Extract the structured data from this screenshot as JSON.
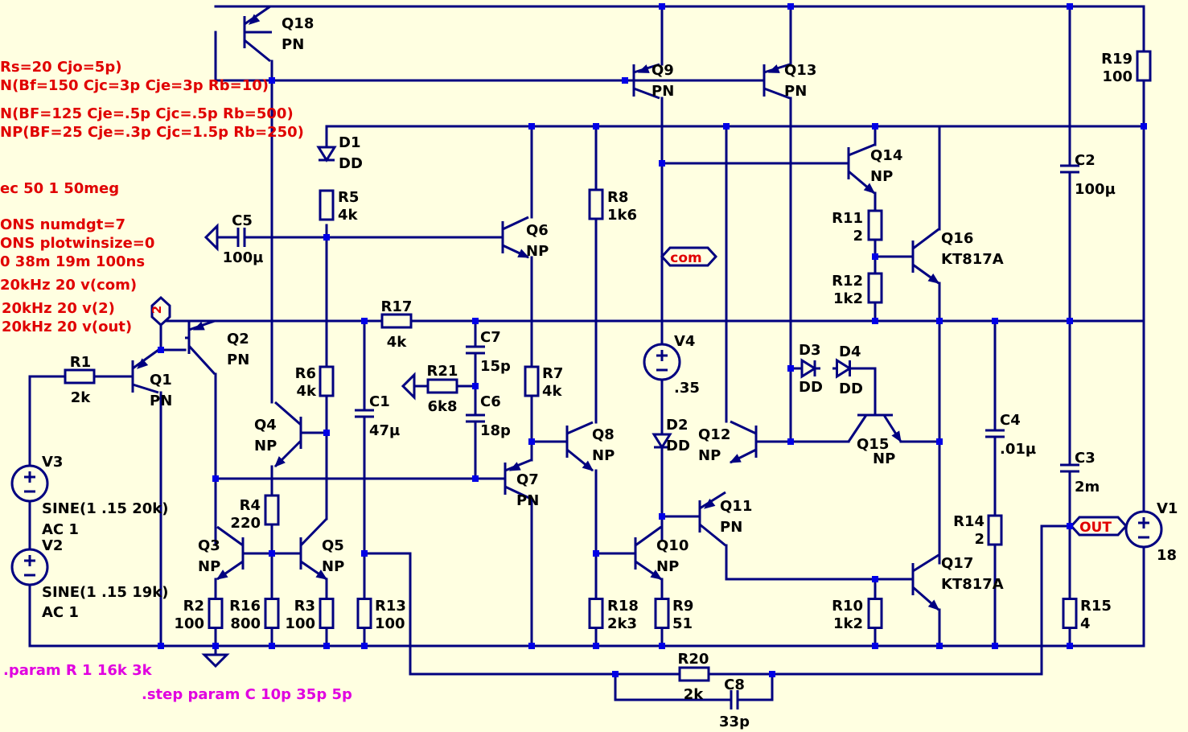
{
  "colors": {
    "background": "#FFFFE1",
    "wire": "#000080",
    "junction": "#0000E6",
    "directive": "#E00000",
    "step": "#E000E0"
  },
  "directives": [
    "Rs=20 Cjo=5p)",
    "N(Bf=150 Cjc=3p Cje=3p Rb=10)",
    "N(BF=125 Cje=.5p Cjc=.5p Rb=500)",
    "NP(BF=25 Cje=.3p Cjc=1.5p Rb=250)",
    "ec 50 1 50meg",
    "ONS numdgt=7",
    "ONS plotwinsize=0",
    "0 38m 19m 100ns",
    "20kHz 20 v(com)",
    "20kHz 20 v(2)",
    "20kHz 20 v(out)"
  ],
  "step_params": [
    ".param R 1 16k 3k",
    ".step param C 10p 35p 5p"
  ],
  "nets": {
    "com": "com",
    "out": "OUT",
    "n2": "2"
  },
  "components": {
    "Q18": {
      "name": "Q18",
      "model": "PN"
    },
    "Q9": {
      "name": "Q9",
      "model": "PN"
    },
    "Q13": {
      "name": "Q13",
      "model": "PN"
    },
    "Q14": {
      "name": "Q14",
      "model": "NP"
    },
    "Q16": {
      "name": "Q16",
      "model": "KT817A"
    },
    "Q6": {
      "name": "Q6",
      "model": "NP"
    },
    "Q2": {
      "name": "Q2",
      "model": "PN"
    },
    "Q1": {
      "name": "Q1",
      "model": "PN"
    },
    "Q4": {
      "name": "Q4",
      "model": "NP"
    },
    "Q8": {
      "name": "Q8",
      "model": "NP"
    },
    "Q7": {
      "name": "Q7",
      "model": "PN"
    },
    "Q12": {
      "name": "Q12",
      "model": "NP"
    },
    "Q15": {
      "name": "Q15",
      "model": "NP"
    },
    "Q11": {
      "name": "Q11",
      "model": "PN"
    },
    "Q10": {
      "name": "Q10",
      "model": "NP"
    },
    "Q3": {
      "name": "Q3",
      "model": "NP"
    },
    "Q5": {
      "name": "Q5",
      "model": "NP"
    },
    "Q17": {
      "name": "Q17",
      "model": "KT817A"
    },
    "D1": {
      "name": "D1",
      "model": "DD"
    },
    "D2": {
      "name": "D2",
      "model": "DD"
    },
    "D3": {
      "name": "D3",
      "model": "DD"
    },
    "D4": {
      "name": "D4",
      "model": "DD"
    },
    "R1": {
      "name": "R1",
      "value": "2k"
    },
    "R2": {
      "name": "R2",
      "value": "100"
    },
    "R3": {
      "name": "R3",
      "value": "100"
    },
    "R4": {
      "name": "R4",
      "value": "220"
    },
    "R5": {
      "name": "R5",
      "value": "4k"
    },
    "R6": {
      "name": "R6",
      "value": "4k"
    },
    "R7": {
      "name": "R7",
      "value": "4k"
    },
    "R8": {
      "name": "R8",
      "value": "1k6"
    },
    "R9": {
      "name": "R9",
      "value": "51"
    },
    "R10": {
      "name": "R10",
      "value": "1k2"
    },
    "R11": {
      "name": "R11",
      "value": "2"
    },
    "R12": {
      "name": "R12",
      "value": "1k2"
    },
    "R13": {
      "name": "R13",
      "value": "100"
    },
    "R14": {
      "name": "R14",
      "value": "2"
    },
    "R15": {
      "name": "R15",
      "value": "4"
    },
    "R16": {
      "name": "R16",
      "value": "800"
    },
    "R17": {
      "name": "R17",
      "value": "4k"
    },
    "R18": {
      "name": "R18",
      "value": "2k3"
    },
    "R19": {
      "name": "R19",
      "value": "100"
    },
    "R20": {
      "name": "R20",
      "value": "2k"
    },
    "R21": {
      "name": "R21",
      "value": "6k8"
    },
    "C1": {
      "name": "C1",
      "value": "47µ"
    },
    "C2": {
      "name": "C2",
      "value": "100µ"
    },
    "C3": {
      "name": "C3",
      "value": "2m"
    },
    "C4": {
      "name": "C4",
      "value": ".01µ"
    },
    "C5": {
      "name": "C5",
      "value": "100µ"
    },
    "C6": {
      "name": "C6",
      "value": "18p"
    },
    "C7": {
      "name": "C7",
      "value": "15p"
    },
    "C8": {
      "name": "C8",
      "value": "33p"
    },
    "V1": {
      "name": "V1",
      "value": "18"
    },
    "V2": {
      "name": "V2",
      "value": "SINE(1 .15 19k)",
      "ac": "AC 1"
    },
    "V3": {
      "name": "V3",
      "value": "SINE(1 .15 20k)",
      "ac": "AC 1"
    },
    "V4": {
      "name": "V4",
      "value": ".35"
    }
  }
}
